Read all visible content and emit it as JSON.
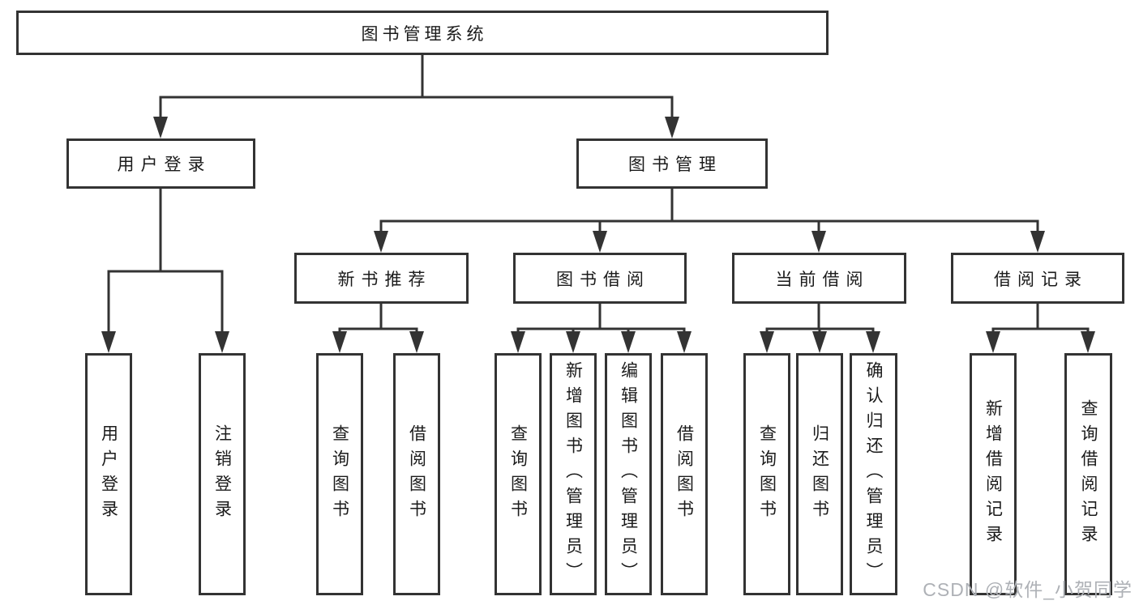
{
  "tree": {
    "root": {
      "label": "图书管理系统"
    },
    "branches": [
      {
        "label": "用户登录",
        "children": [
          {
            "label": "用户登录"
          },
          {
            "label": "注销登录"
          }
        ]
      },
      {
        "label": "图书管理",
        "children": [
          {
            "label": "新书推荐",
            "children": [
              {
                "label": "查询图书"
              },
              {
                "label": "借阅图书"
              }
            ]
          },
          {
            "label": "图书借阅",
            "children": [
              {
                "label": "查询图书"
              },
              {
                "label": "新增图书（管理员）"
              },
              {
                "label": "编辑图书（管理员）"
              },
              {
                "label": "借阅图书"
              }
            ]
          },
          {
            "label": "当前借阅",
            "children": [
              {
                "label": "查询图书"
              },
              {
                "label": "归还图书"
              },
              {
                "label": "确认归还（管理员）"
              }
            ]
          },
          {
            "label": "借阅记录",
            "children": [
              {
                "label": "新增借阅记录"
              },
              {
                "label": "查询借阅记录"
              }
            ]
          }
        ]
      }
    ]
  },
  "watermark": {
    "text": "CSDN @软件_小贺同学"
  },
  "colors": {
    "line": "#333333",
    "box_border": "#333333",
    "text": "#1b1b1b",
    "watermark": "#aeb1b6",
    "background": "#ffffff"
  }
}
